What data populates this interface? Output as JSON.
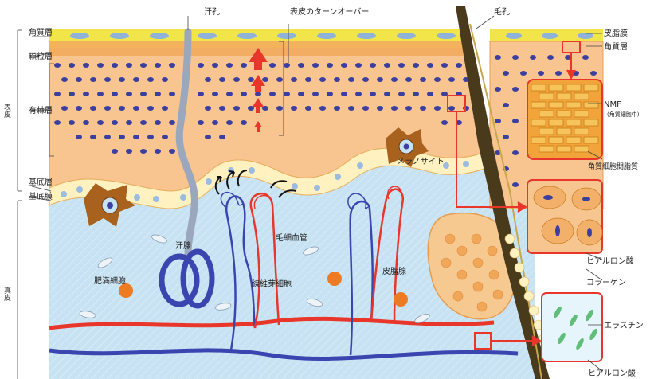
{
  "labels": {
    "kanshitsu_sou": "角質層",
    "karyuu_sou": "顆粒層",
    "yuukyoku_sou": "有棘層",
    "kitei_sou": "基底層",
    "kitei_maku": "基底膜",
    "hyouhi": "表皮",
    "shinpi": "真皮",
    "kankou": "汗孔",
    "turnover": "表皮のターンオーバー",
    "moukou": "毛孔",
    "hishi_maku": "皮脂膜",
    "kanshitsu_sou_r": "角質層",
    "nmf": "NMF",
    "nmf_sub": "(角質細胞中)",
    "kanshitsu_saibou_kan": "角質細胞間脂質",
    "melanocyte": "メラノサイト",
    "moosai_kekkan": "毛細血管",
    "kansen": "汗腺",
    "himan_saibou": "肥満細胞",
    "sen_i_gasaibou": "線維芽細胞",
    "hishisen": "皮脂腺",
    "hyaluron1": "ヒアルロン酸",
    "collagen": "コラーゲン",
    "elastin": "エラスチン",
    "hyaluron2": "ヒアルロン酸"
  },
  "colors": {
    "sebum": "#f1e54a",
    "corneum": "#f2b35c",
    "spinous_cell": "#f8c48f",
    "nucleus": "#3a3fa0",
    "basal_cell": "#fff2c0",
    "dermis": "#c7e2f2",
    "artery": "#e8372a",
    "vein": "#3a45b0",
    "melanocyte": "#a8621e",
    "arrow": "#e8372a",
    "hair": "#4a3a1c"
  },
  "icons": [
    "up-arrow-icon",
    "turnover-arrow-icon",
    "callout-arrow-icon"
  ]
}
